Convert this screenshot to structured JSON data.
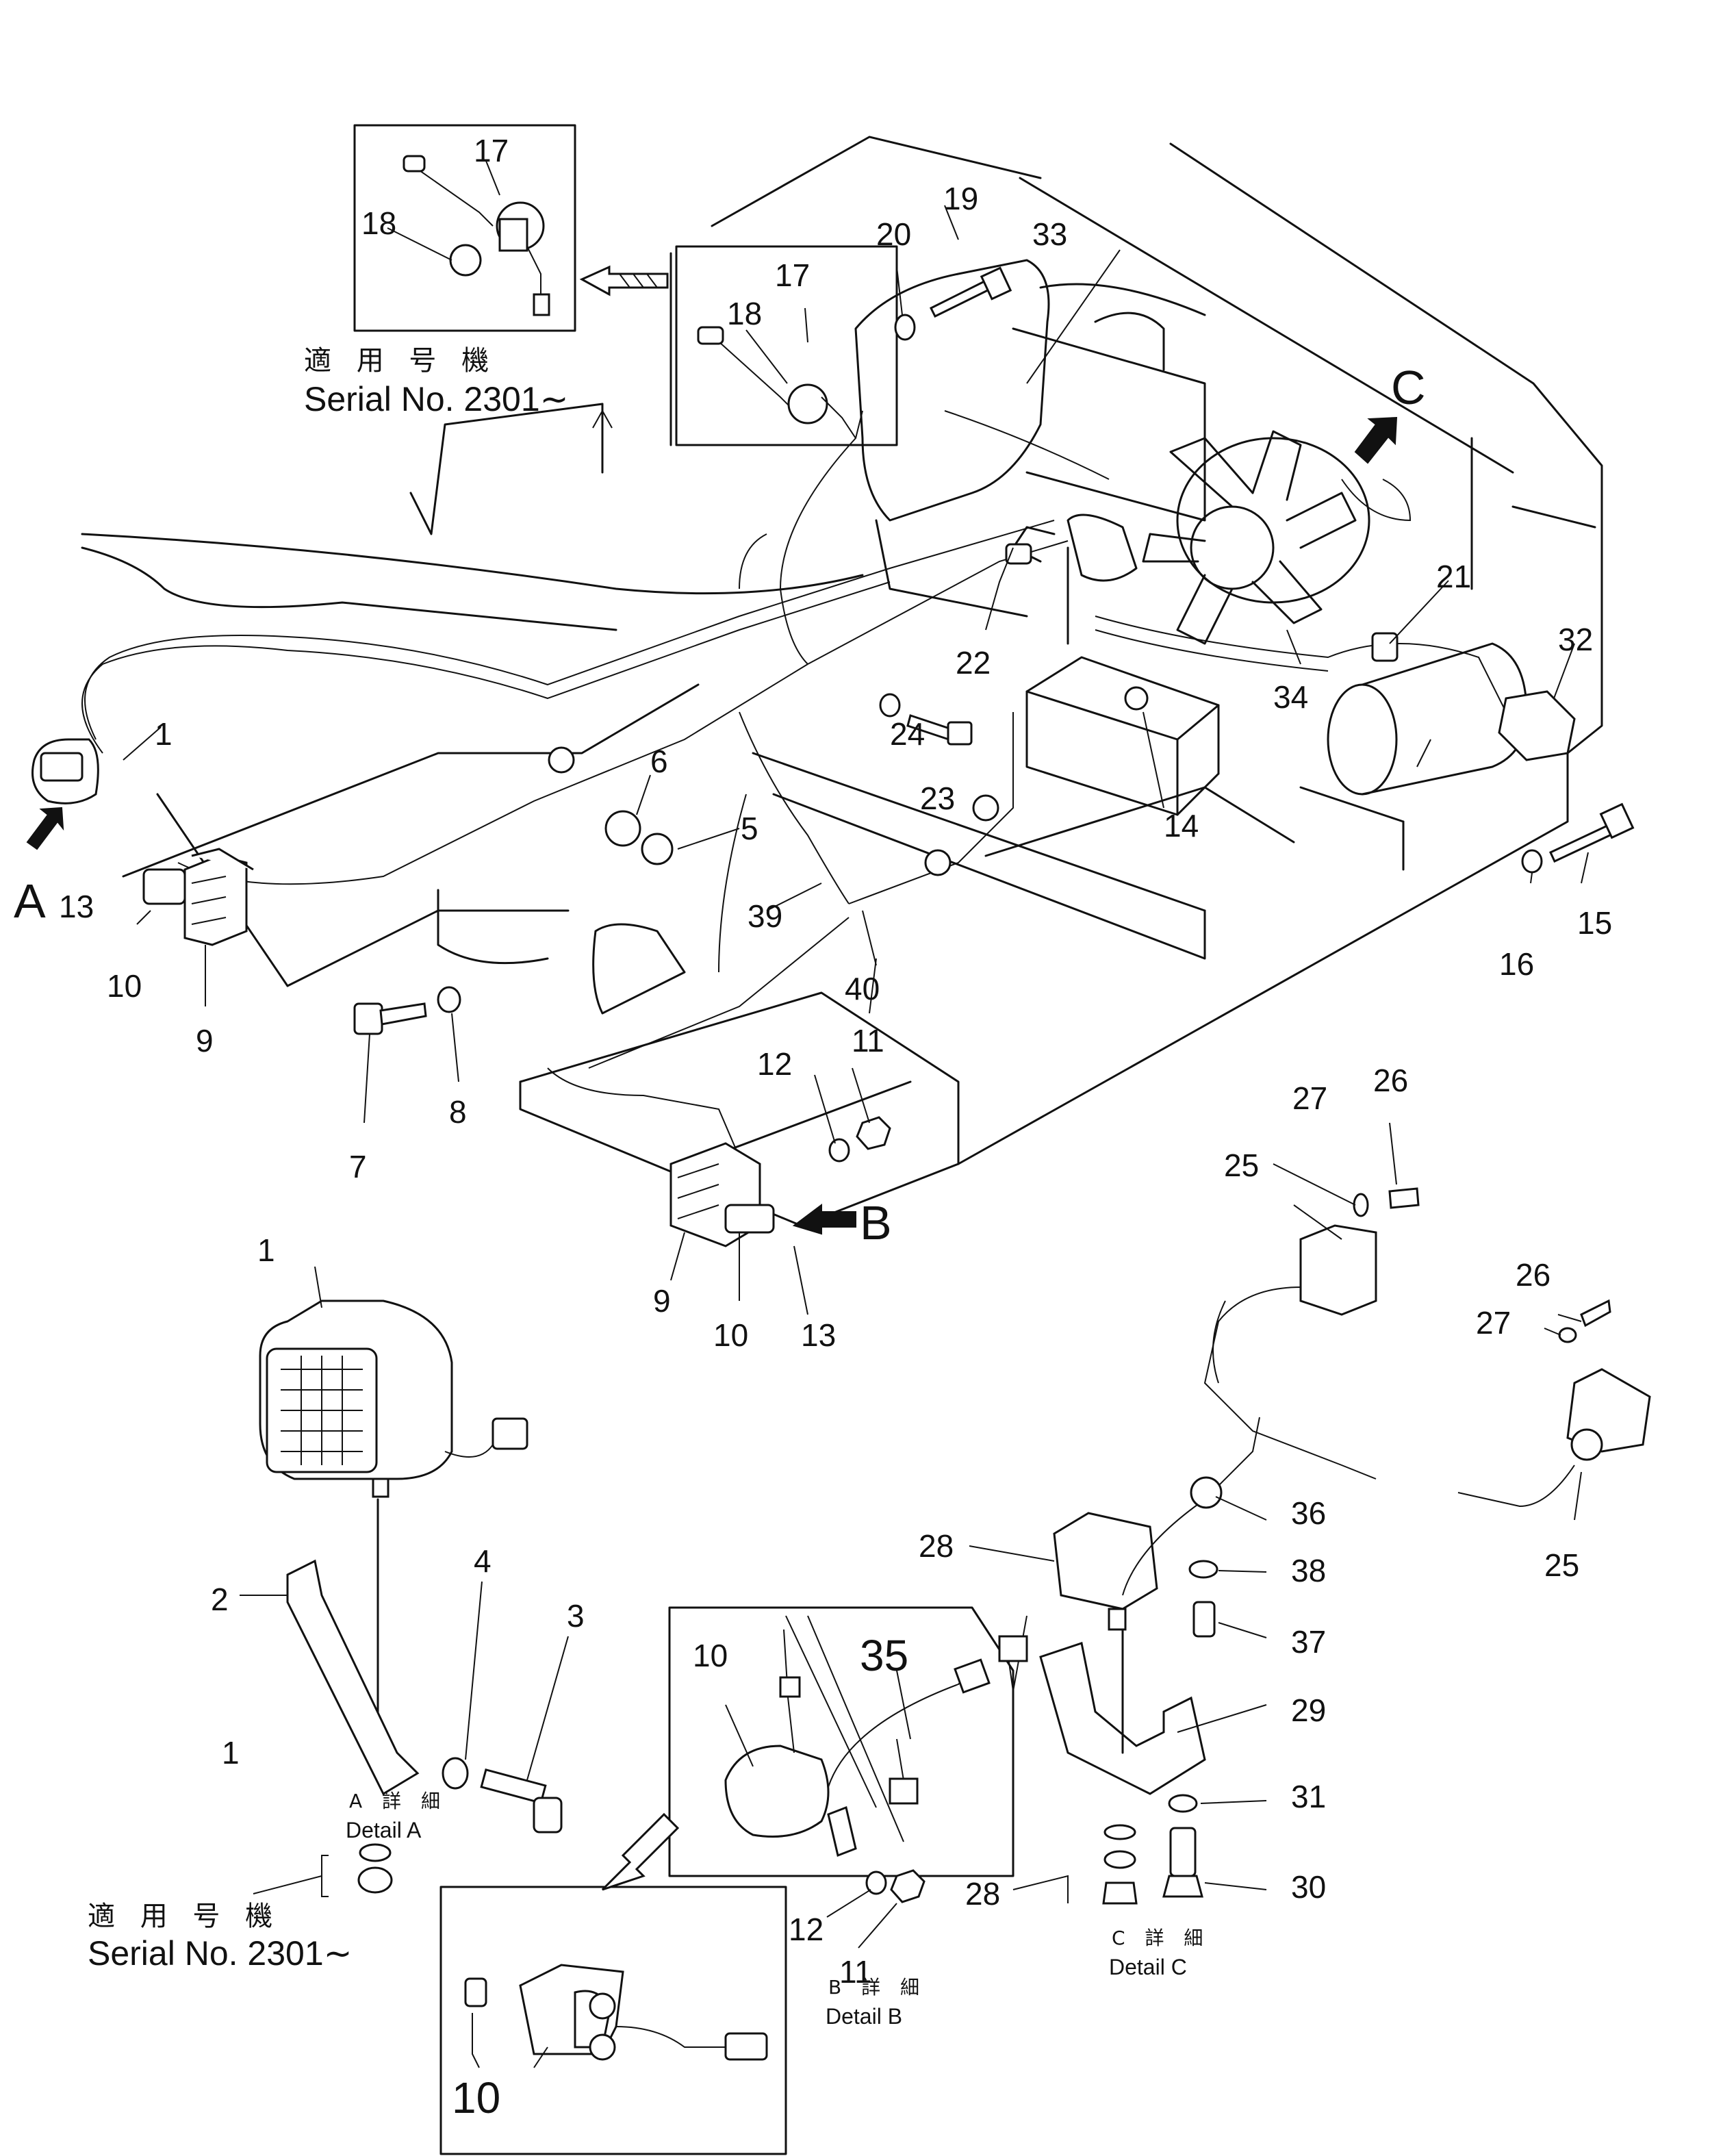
{
  "applicable": {
    "jp_label": "適 用 号 機",
    "serial": "Serial No. 2301∼"
  },
  "callouts": {
    "p1": "1",
    "p2": "2",
    "p3": "3",
    "p4": "4",
    "p5": "5",
    "p6": "6",
    "p7": "7",
    "p8": "8",
    "p9": "9",
    "p10": "10",
    "p11": "11",
    "p12": "12",
    "p13": "13",
    "p14": "14",
    "p15": "15",
    "p16": "16",
    "p17": "17",
    "p18": "18",
    "p19": "19",
    "p20": "20",
    "p21": "21",
    "p22": "22",
    "p23": "23",
    "p24": "24",
    "p25": "25",
    "p26": "26",
    "p27": "27",
    "p28": "28",
    "p29": "29",
    "p30": "30",
    "p31": "31",
    "p32": "32",
    "p33": "33",
    "p34": "34",
    "p35": "35",
    "p36": "36",
    "p37": "37",
    "p38": "38",
    "p39": "39",
    "p40": "40"
  },
  "views": {
    "a": "A",
    "b": "B",
    "c": "C"
  },
  "details": {
    "a": {
      "jp": "A 詳 細",
      "en": "Detail A"
    },
    "b": {
      "jp": "B 詳 細",
      "en": "Detail B"
    },
    "c": {
      "jp": "C 詳 細",
      "en": "Detail C"
    }
  }
}
